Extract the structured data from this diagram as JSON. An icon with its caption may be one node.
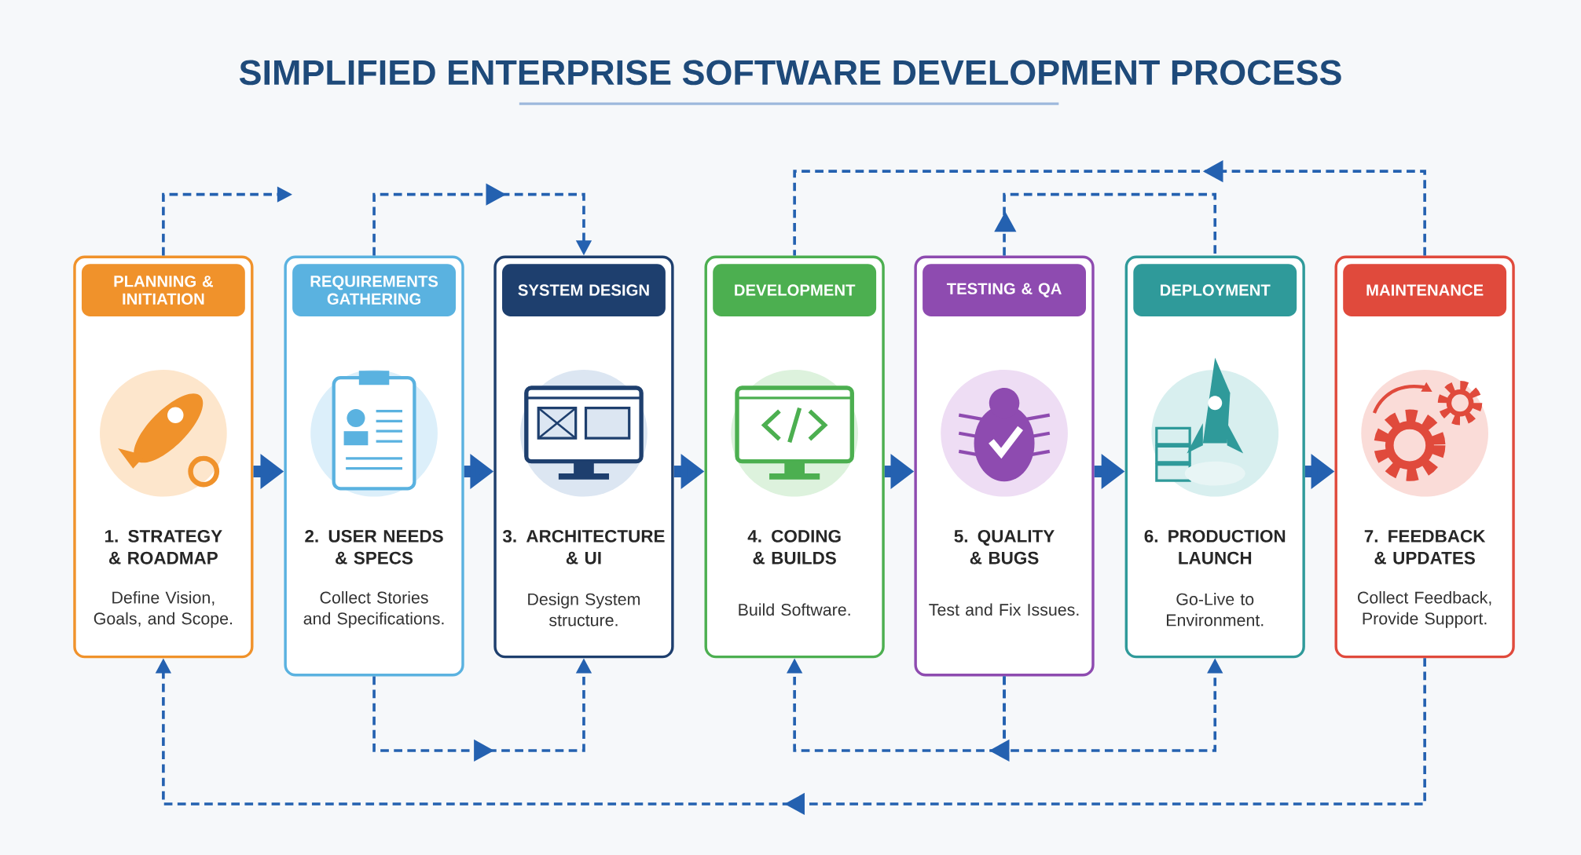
{
  "diagram": {
    "title": "SIMPLIFIED ENTERPRISE SOFTWARE DEVELOPMENT PROCESS",
    "nodes": [
      {
        "text": [
          "PLANNING & INITIATION",
          "1. STRATEGY & ROADMAP",
          "Define Vision, Goals, and Scope."
        ]
      },
      {
        "text": [
          "REQUIREMENTS GATHERING",
          "2. USER NEEDS & SPECS",
          "Collect Stories and Specifications."
        ]
      },
      {
        "text": [
          "SYSTEM DESIGN",
          "3. ARCHITECTURE & UI",
          "Design System structure."
        ]
      },
      {
        "text": [
          "DEVELOPMENT",
          "4. CODING & BUILDS",
          "Build Software."
        ]
      },
      {
        "text": [
          "TESTING & QA",
          "5. QUALITY & BUGS",
          "Test and Fix Issues."
        ]
      },
      {
        "text": [
          "DEPLOYMENT",
          "6. PRODUCTION LAUNCH",
          "Go-Live to Environment."
        ]
      },
      {
        "text": [
          "MAINTENANCE",
          "7. FEEDBACK & UPDATES",
          "Collect Feedback, Provide Support."
        ]
      }
    ],
    "edges": [
      {
        "from": 0,
        "to": 1,
        "arrow": "to",
        "style": "thick"
      },
      {
        "from": 1,
        "to": 2,
        "arrow": "to",
        "style": "thick"
      },
      {
        "from": 2,
        "to": 3,
        "arrow": "to",
        "style": "thick"
      },
      {
        "from": 3,
        "to": 4,
        "arrow": "to",
        "style": "thick"
      },
      {
        "from": 4,
        "to": 5,
        "arrow": "to",
        "style": "thick"
      },
      {
        "from": 5,
        "to": 6,
        "arrow": "to",
        "style": "thick"
      },
      {
        "from": 0,
        "to": null,
        "arrow": "to",
        "style": "dashed"
      },
      {
        "from": 1,
        "to": 2,
        "arrow": "to",
        "style": "dashed"
      },
      {
        "from": 6,
        "to": 3,
        "arrow": "to",
        "style": "dashed"
      },
      {
        "from": 4,
        "to": 5,
        "arrow": "to",
        "style": "dashed"
      },
      {
        "from": 1,
        "to": 2,
        "arrow": "to",
        "style": "dashed"
      },
      {
        "from": 4,
        "to": 3,
        "arrow": "to",
        "style": "dashed"
      },
      {
        "from": 4,
        "to": 5,
        "arrow": "to",
        "style": "dashed"
      },
      {
        "from": 6,
        "to": 0,
        "arrow": "to",
        "style": "dashed"
      }
    ]
  }
}
